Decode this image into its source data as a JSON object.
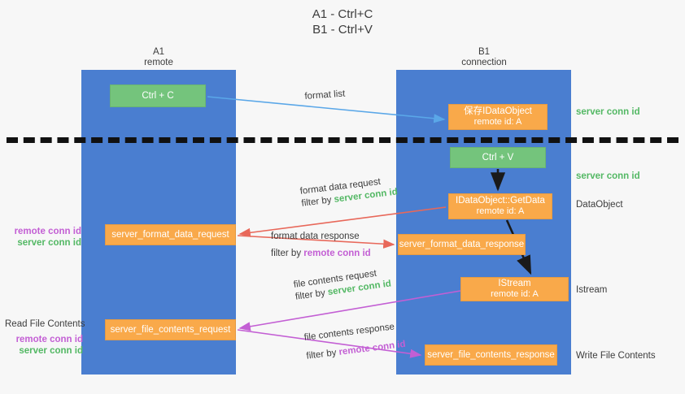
{
  "title": {
    "line1": "A1 - Ctrl+C",
    "line2": "B1 - Ctrl+V"
  },
  "lanes": [
    {
      "id": "a1",
      "name": "A1",
      "role": "remote",
      "color": "#4a7ed0"
    },
    {
      "id": "b1",
      "name": "B1",
      "role": "connection",
      "color": "#4a7ed0"
    }
  ],
  "colors": {
    "lane": "#4a7ed0",
    "green_node": "#74c47c",
    "orange_node": "#f9a94a",
    "server_conn_id": "#53b864",
    "remote_conn_id": "#c35fd4",
    "background": "#f7f7f7",
    "arrow_blue": "#5aa7e8",
    "arrow_red": "#e8685a",
    "arrow_magenta": "#c35fd4",
    "arrow_dark": "#1a1a1a",
    "divider": "#111111"
  },
  "nodes": {
    "ctrl_c": {
      "label": "Ctrl + C",
      "style": "green"
    },
    "idataobject": {
      "line1": "保存IDataObject",
      "line2": "remote id: A",
      "style": "orange"
    },
    "ctrl_v": {
      "label": "Ctrl + V",
      "style": "green"
    },
    "getdata": {
      "line1": "IDataObject::GetData",
      "line2": "remote id: A",
      "style": "orange"
    },
    "format_data_request": {
      "label": "server_format_data_request",
      "style": "orange"
    },
    "format_data_response": {
      "label": "server_format_data_response",
      "style": "orange"
    },
    "istream": {
      "line1": "IStream",
      "line2": "remote id: A",
      "style": "orange"
    },
    "file_contents_request": {
      "label": "server_file_contents_request",
      "style": "orange"
    },
    "file_contents_response": {
      "label": "server_file_contents_response",
      "style": "orange"
    }
  },
  "edges": {
    "format_list": {
      "label": "format list"
    },
    "format_data_request": {
      "label": "format data request",
      "filter_prefix": "filter by ",
      "filter_key": "server conn id",
      "filter_kind": "server"
    },
    "format_data_response": {
      "label": "format data response",
      "filter_prefix": "filter by ",
      "filter_key": "remote conn id",
      "filter_kind": "remote"
    },
    "file_contents_request": {
      "label": "file contents request",
      "filter_prefix": "filter by ",
      "filter_key": "server conn id",
      "filter_kind": "server"
    },
    "file_contents_response": {
      "label": "file contents response",
      "filter_prefix": "filter by ",
      "filter_key": "remote conn id",
      "filter_kind": "remote"
    }
  },
  "annotations": {
    "server_conn_id_top": "server conn id",
    "server_conn_id_mid": "server conn id",
    "dataobject": "DataObject",
    "istream": "Istream",
    "write_file_contents": "Write File Contents",
    "read_file_contents": "Read File Contents",
    "remote_conn_id": "remote conn id",
    "server_conn_id": "server conn id"
  }
}
